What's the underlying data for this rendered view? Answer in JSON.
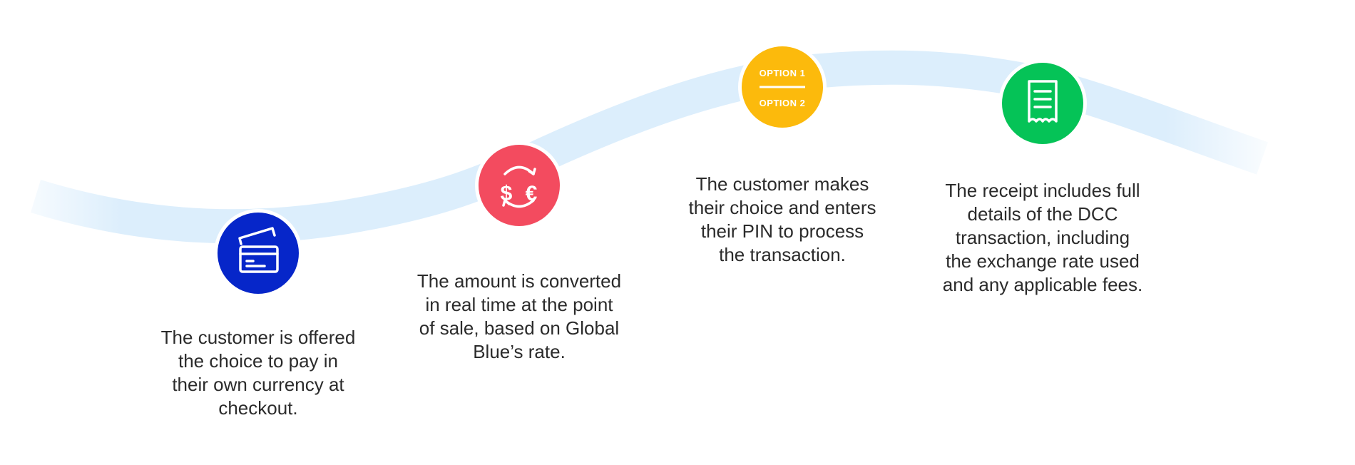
{
  "colors": {
    "wave": "#dceefc",
    "step1": "#0626c9",
    "step2": "#f34b5f",
    "step3": "#fcba0c",
    "step4": "#05c357",
    "icon": "#ffffff",
    "text": "#2b2b2b"
  },
  "steps": [
    {
      "icon": "credit-card-icon",
      "text": "The customer is offered\nthe choice to pay in\ntheir own currency at\ncheckout."
    },
    {
      "icon": "currency-exchange-icon",
      "text": "The amount is converted\nin real time at the point\nof sale, based on Global\nBlue’s rate."
    },
    {
      "icon": "option-select-icon",
      "option1": "OPTION 1",
      "option2": "OPTION 2",
      "text": "The customer makes\ntheir choice and enters\ntheir PIN to process\nthe transaction."
    },
    {
      "icon": "receipt-icon",
      "text": "The receipt includes full\ndetails of the DCC\ntransaction, including\nthe exchange rate used\nand any applicable fees."
    }
  ]
}
